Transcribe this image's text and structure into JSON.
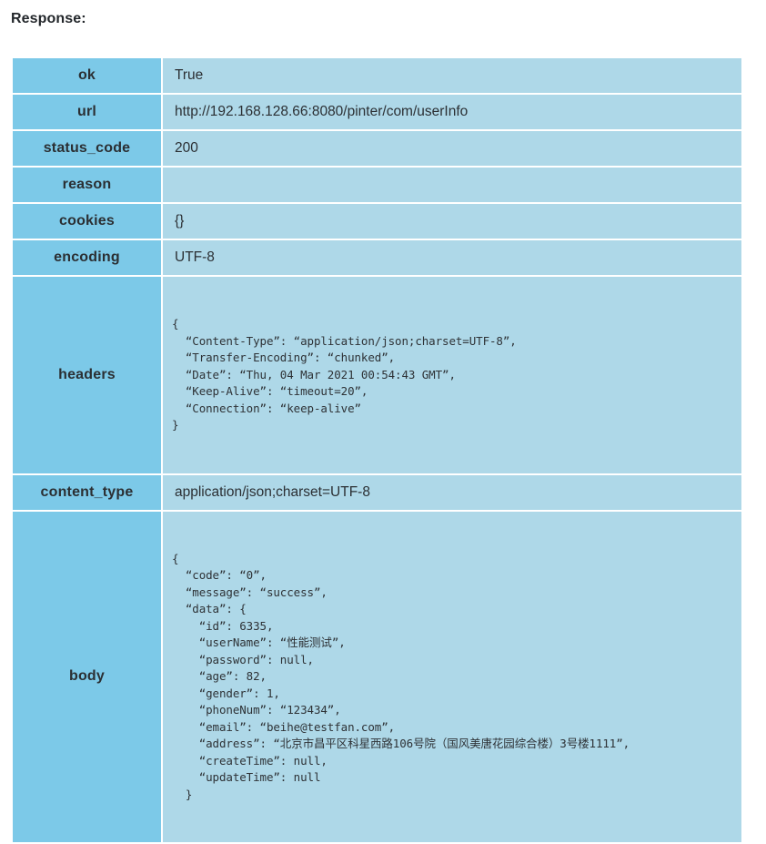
{
  "heading": "Response:",
  "colors": {
    "key_cell_bg": "#7cc9e8",
    "value_cell_bg": "#aed8e8",
    "page_bg": "#ffffff",
    "text": "#2b2f33"
  },
  "table": {
    "rows": [
      {
        "key": "ok",
        "value": "True",
        "mono": false
      },
      {
        "key": "url",
        "value": "http://192.168.128.66:8080/pinter/com/userInfo",
        "mono": false
      },
      {
        "key": "status_code",
        "value": "200",
        "mono": false
      },
      {
        "key": "reason",
        "value": "",
        "mono": false
      },
      {
        "key": "cookies",
        "value": "{}",
        "mono": false
      },
      {
        "key": "encoding",
        "value": "UTF-8",
        "mono": false
      },
      {
        "key": "headers",
        "mono": true,
        "value": "{\n  “Content-Type”: “application/json;charset=UTF-8”,\n  “Transfer-Encoding”: “chunked”,\n  “Date”: “Thu, 04 Mar 2021 00:54:43 GMT”,\n  “Keep-Alive”: “timeout=20”,\n  “Connection”: “keep-alive”\n}"
      },
      {
        "key": "content_type",
        "value": "application/json;charset=UTF-8",
        "mono": false
      },
      {
        "key": "body",
        "mono": true,
        "value": "{\n  “code”: “0”,\n  “message”: “success”,\n  “data”: {\n    “id”: 6335,\n    “userName”: “性能测试”,\n    “password”: null,\n    “age”: 82,\n    “gender”: 1,\n    “phoneNum”: “123434”,\n    “email”: “beihe@testfan.com”,\n    “address”: “北京市昌平区科星西路106号院（国风美唐花园综合楼）3号楼1111”,\n    “createTime”: null,\n    “updateTime”: null\n  }"
      }
    ]
  }
}
